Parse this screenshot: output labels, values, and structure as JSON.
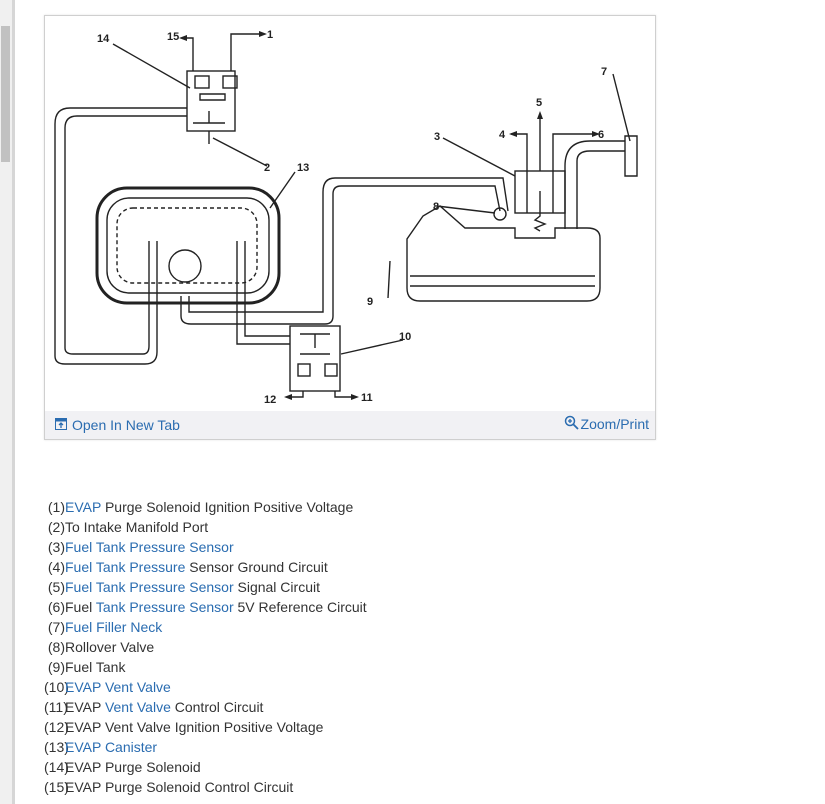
{
  "figure": {
    "open_label": "Open In New Tab",
    "zoom_label": "Zoom/Print",
    "open_icon": "open-in-new-tab-icon",
    "zoom_icon": "magnifier-plus-icon",
    "callouts": [
      "1",
      "2",
      "3",
      "4",
      "5",
      "6",
      "7",
      "8",
      "9",
      "10",
      "11",
      "12",
      "13",
      "14",
      "15"
    ]
  },
  "legend": [
    {
      "num": "(1)",
      "parts": [
        {
          "text": "EVAP",
          "link": true
        },
        {
          "text": " Purge Solenoid Ignition Positive Voltage",
          "link": false
        }
      ]
    },
    {
      "num": "(2)",
      "parts": [
        {
          "text": "To Intake Manifold Port",
          "link": false
        }
      ]
    },
    {
      "num": "(3)",
      "parts": [
        {
          "text": "Fuel Tank Pressure Sensor",
          "link": true
        }
      ]
    },
    {
      "num": "(4)",
      "parts": [
        {
          "text": "Fuel Tank Pressure",
          "link": true
        },
        {
          "text": " Sensor Ground Circuit",
          "link": false
        }
      ]
    },
    {
      "num": "(5)",
      "parts": [
        {
          "text": "Fuel Tank Pressure Sensor",
          "link": true
        },
        {
          "text": " Signal Circuit",
          "link": false
        }
      ]
    },
    {
      "num": "(6)",
      "parts": [
        {
          "text": "Fuel ",
          "link": false
        },
        {
          "text": "Tank Pressure Sensor",
          "link": true
        },
        {
          "text": " 5V Reference Circuit",
          "link": false
        }
      ]
    },
    {
      "num": "(7)",
      "parts": [
        {
          "text": "Fuel Filler Neck",
          "link": true
        }
      ]
    },
    {
      "num": "(8)",
      "parts": [
        {
          "text": "Rollover Valve",
          "link": false
        }
      ]
    },
    {
      "num": "(9)",
      "parts": [
        {
          "text": "Fuel Tank",
          "link": false
        }
      ]
    },
    {
      "num": "(10)",
      "parts": [
        {
          "text": "EVAP Vent Valve",
          "link": true
        }
      ]
    },
    {
      "num": "(11)",
      "parts": [
        {
          "text": "EVAP ",
          "link": false
        },
        {
          "text": "Vent Valve",
          "link": true
        },
        {
          "text": " Control Circuit",
          "link": false
        }
      ]
    },
    {
      "num": "(12)",
      "parts": [
        {
          "text": "EVAP Vent Valve Ignition Positive Voltage",
          "link": false
        }
      ]
    },
    {
      "num": "(13)",
      "parts": [
        {
          "text": "EVAP Canister",
          "link": true
        }
      ]
    },
    {
      "num": "(14)",
      "parts": [
        {
          "text": "EVAP Purge Solenoid",
          "link": false
        }
      ]
    },
    {
      "num": "(15)",
      "parts": [
        {
          "text": "EVAP Purge Solenoid Control Circuit",
          "link": false
        }
      ]
    }
  ],
  "colors": {
    "link": "#2a6cb0",
    "text": "#333333",
    "toolbar_bg": "#f1f1f4"
  }
}
